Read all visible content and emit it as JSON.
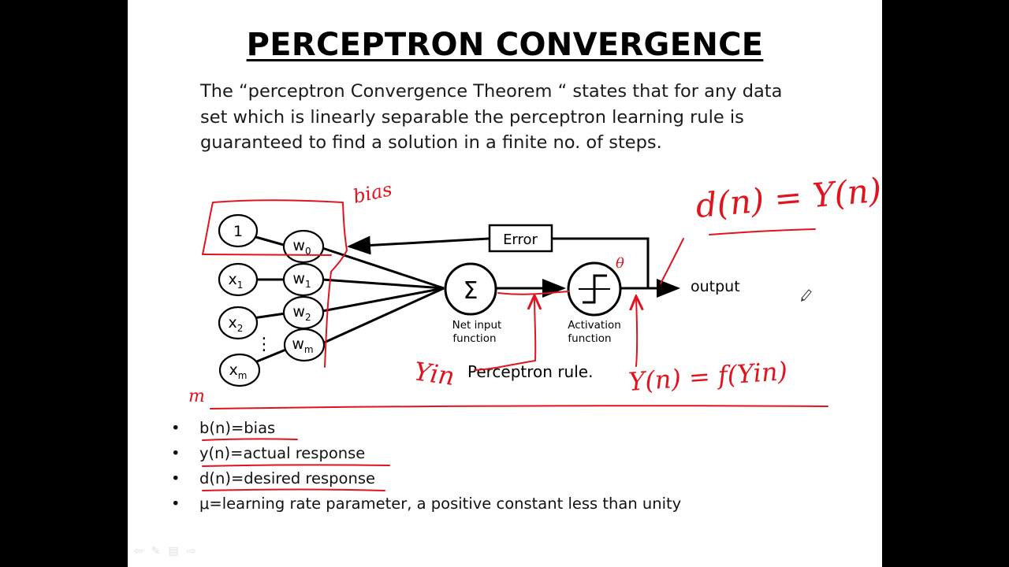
{
  "slide": {
    "title": "PERCEPTRON CONVERGENCE",
    "intro_lines": [
      "The “perceptron Convergence Theorem “ states that for any data",
      "set which is linearly separable the perceptron learning rule is",
      "guaranteed to find a solution in a finite no. of steps."
    ]
  },
  "diagram": {
    "inputs": [
      "1",
      "x",
      "x",
      "x"
    ],
    "input_subscripts": [
      "",
      "1",
      "2",
      "m"
    ],
    "weights": [
      "w",
      "w",
      "w",
      "w"
    ],
    "weight_subscripts": [
      "0",
      "1",
      "2",
      "m"
    ],
    "ellipsis": "⋮",
    "sum_symbol": "Σ",
    "net_input_label": [
      "Net input",
      "function"
    ],
    "activation_label": [
      "Activation",
      "function"
    ],
    "error_label": "Error",
    "output_label": "output",
    "caption": "Perceptron rule."
  },
  "annotations": {
    "bias": "bias",
    "dn_eq": "d(n) = Y(n)",
    "theta": "θ",
    "yin": "Yin",
    "yn_eq": "Y(n) = f(Yin)",
    "m": "m"
  },
  "bullets": [
    "b(n)=bias",
    "y(n)=actual response",
    "d(n)=desired response",
    "μ=learning rate parameter, a positive constant less than unity"
  ],
  "bullet_symbol": "•",
  "colors": {
    "annotation": "#e0141e",
    "ink": "#000000",
    "background": "#ffffff",
    "frame": "#000000"
  }
}
